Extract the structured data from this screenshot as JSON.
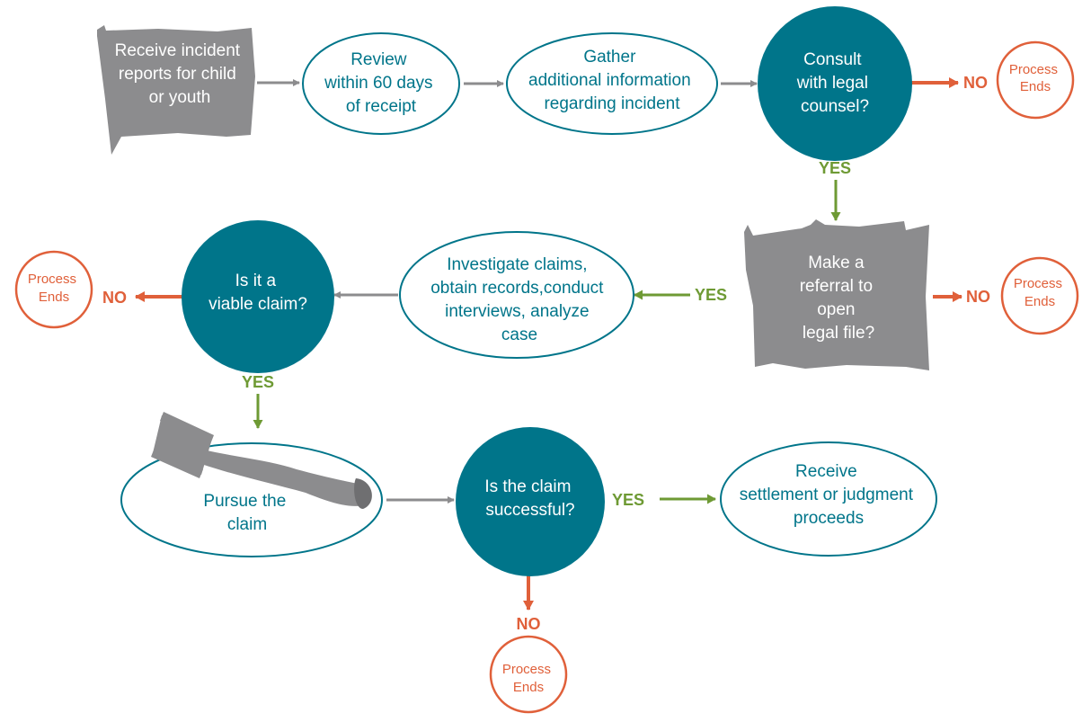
{
  "colors": {
    "teal": "#00758a",
    "gray": "#8c8c8e",
    "orange": "#e0603a",
    "green": "#6e9a34",
    "white": "#ffffff"
  },
  "nodes": {
    "receive_reports": [
      "Receive incident",
      "reports for child",
      "or youth"
    ],
    "review": [
      "Review",
      "within 60 days",
      "of receipt"
    ],
    "gather": [
      "Gather",
      "additional information",
      "regarding incident"
    ],
    "consult": [
      "Consult",
      "with legal",
      "counsel?"
    ],
    "referral": [
      "Make a",
      "referral to",
      "open",
      "legal file?"
    ],
    "investigate": [
      "Investigate claims,",
      "obtain records,conduct",
      "interviews, analyze",
      "case"
    ],
    "viable": [
      "Is it a",
      "viable claim?"
    ],
    "pursue": [
      "Pursue the",
      "claim"
    ],
    "successful": [
      "Is the claim",
      "successful?"
    ],
    "settlement": [
      "Receive",
      "settlement or judgment",
      "proceeds"
    ],
    "end1": [
      "Process",
      "Ends"
    ],
    "end2": [
      "Process",
      "Ends"
    ],
    "end3": [
      "Process",
      "Ends"
    ],
    "end4": [
      "Process",
      "Ends"
    ]
  },
  "labels": {
    "no1": "NO",
    "yes1": "YES",
    "no2": "NO",
    "yes2": "YES",
    "no3": "NO",
    "yes3": "YES",
    "yes4": "YES",
    "no4": "NO"
  },
  "icons": {
    "gavel": "gavel-icon",
    "document": "document-icon"
  }
}
